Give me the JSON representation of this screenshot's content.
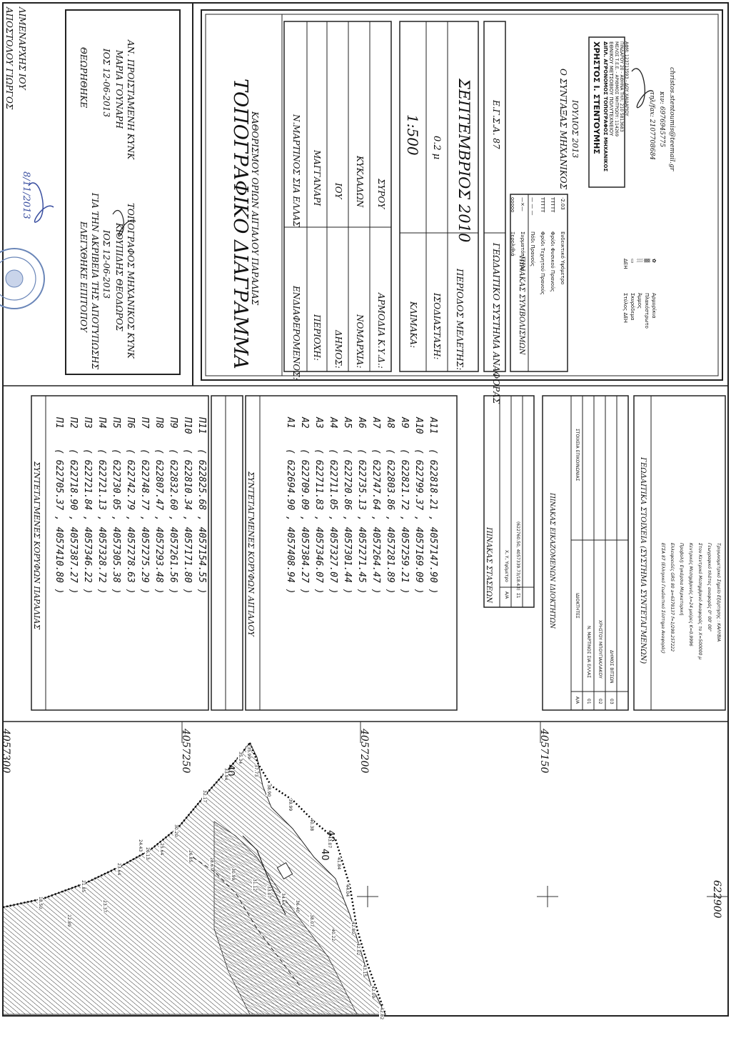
{
  "title_block": {
    "title": "ΤΟΠΟΓΡΑΦΙΚΟ ΔΙΑΓΡΑΜΜΑ",
    "subtitle": "ΚΑΘΟΡΙΣΜΟΥ ΟΡΙΩΝ ΑΙΓΙΑΛΟΥ ΠΑΡΑΛΙΑΣ",
    "fields": [
      {
        "label": "ΕΝΔΙΑΦΕΡΟΜΕΝΟΣ:",
        "value": "Ν.ΜΑΡΤΙΝΟΣ ΣΙΑ ΕΛΛΑΣ"
      },
      {
        "label": "ΠΕΡΙΟΧΗ:",
        "value": "ΜΑΓΓΑΝΑΡΙ"
      },
      {
        "label": "ΔΗΜΟΣ:",
        "value": "ΙΟΥ"
      },
      {
        "label": "ΝΟΜΑΡΧΙΑ:",
        "value": "ΚΥΚΛΑΔΩΝ"
      },
      {
        "label": "ΑΡΜΟΔΙΑ Κ.Υ.Δ.:",
        "value": "ΣΥΡΟΥ"
      }
    ],
    "scale_label": "ΚΛΙΜΑΚΑ:",
    "scale_value": "1:500",
    "contour_label": "ΙΣΟΔΙΑΣΤΑΣΗ:",
    "contour_value": "0.2 μ",
    "period_label": "ΠΕΡΙΟΔΟΣ ΜΕΛΕΤΗΣ:",
    "period_value": "ΣΕΠΤΕΜΒΡΙΟΣ 2010",
    "geodetic_label": "ΓΕΩΔΑΙΤΙΚΟ ΣΥΣΤΗΜΑ ΑΝΑΦΟΡΑΣ",
    "geodetic_value": "Ε.Γ.Σ.Α. 87"
  },
  "approvals": {
    "checked_title": "ΕΛΕΓΧΘΗΚΕ ΕΠΙΤΟΠΟΥ",
    "checked_line2": "ΓΙΑ ΤΗΝ ΑΚΡΙΒΕΙΑ ΤΗΣ ΑΠΟΤΥΠΩΣΗΣ",
    "checked_date": "ΙΟΣ 12-06-2013",
    "checked_name": "ΚΙΟΥΠΙΔΗΣ ΘΕΟΔΩΡΟΣ",
    "checked_role": "ΤΟΠΟΓΡΑΦΟΣ ΜΗΧΑΝΙΚΟΣ ΚΥΝΚ",
    "seen_title": "ΘΕΩΡΗΘΗΚΕ",
    "seen_date": "ΙΟΣ 12-06-2013",
    "seen_name": "ΜΑΡΙΑ ΓΟΥΝΑΡΗ",
    "seen_role": "ΑΝ. ΠΡΟΙΣΤΑΜΕΝΗ ΚΥΝΚ",
    "harbor_name": "ΑΠΟΣΤΟΛΟΥ ΓΙΩΡΓΟΣ",
    "harbor_role": "ΛΙΜΕΝΑΡΧΗΣ ΙΟΥ",
    "stamp_date": "8/11/2013"
  },
  "author": {
    "composed": "Ο ΣΥΝΤΑΞΑΣ ΜΗΧΑΝΙΚΟΣ",
    "composed_date": "ΙΟΥΛΙΟΣ 2013",
    "stamp_name": "ΧΡΗΣΤΟΣ Ι. ΣΤΕΝΤΟΥΜΗΣ",
    "stamp_line1": "ΔΙΠΛ. ΑΓΡΟΝΟΜΟΣ ΤΟΠΟΓΡΑΦΟΣ ΜΗΧΑΝΙΚΟΣ",
    "stamp_line2": "ΕΘΝΙΚΟΥ ΜΕΤΣΟΒΙΟΥ ΠΟΛΥΤΕΧΝΕΙΟΥ",
    "stamp_line3": "ΜΕΛΟΣ Τ.Ε.Ε. - ΑΡΙΘΜΟΣ ΜΗΤΡΩΟΥ: 114269",
    "stamp_line4": "ΠΙΝΔΑΡΟΥ 20 - ΑΘΗΝΑ ΤΗΛ: 210 5813683",
    "stamp_line5": "ΑΦΜ: 123713593 - ΔΟΥ ΧΑΙΔΑΡΙΟΥ",
    "phone1": "τηλ/fax: 2107708684",
    "phone2": "κιν: 6976945775",
    "email": "christos.stentoumis@teemail.gr"
  },
  "legend": {
    "title": "ΠΙΝΑΚΑΣ ΣΥΜΒΟΛΙΣΜΩΝ",
    "items": [
      {
        "symbol": "·2.03",
        "label": "Ενδεικτικό Υψόμετρο"
      },
      {
        "symbol": "ΤΤΤΤΤ",
        "label": "Φρύδι Φυσικού Πρανούς"
      },
      {
        "symbol": "ΤΤΤΤΤ",
        "label": "Φρύδι Τεχνητού Πρανούς"
      },
      {
        "symbol": "— — —",
        "label": "Πόδι Πρανούς"
      },
      {
        "symbol": "—×—",
        "label": "Συρματόπλεγμα"
      },
      {
        "symbol": "ooooo",
        "label": "Ξερολιθιά"
      },
      {
        "symbol": "ΔΕΗ",
        "label": "Στύλος ΔΕΗ"
      },
      {
        "symbol": "▭",
        "label": "Σκυρόδεμα"
      },
      {
        "symbol": "░",
        "label": "Άμμος"
      },
      {
        "symbol": "▒",
        "label": "Πλακόστρωτο"
      },
      {
        "symbol": "✿",
        "label": "Αρμυρίκια"
      }
    ]
  },
  "shore_vertices": {
    "title": "ΣΥΝΤΕΤΑΓΜΕΝΕΣ ΚΟΡΥΦΩΝ ΠΑΡΑΛΙΑΣ",
    "rows": [
      {
        "id": "Π1",
        "coords": "( 622705.37 , 4057410.80 )"
      },
      {
        "id": "Π2",
        "coords": "( 622718.90 , 4057387.27 )"
      },
      {
        "id": "Π3",
        "coords": "( 622721.84 , 4057346.22 )"
      },
      {
        "id": "Π4",
        "coords": "( 622721.13 , 4057328.72 )"
      },
      {
        "id": "Π5",
        "coords": "( 622730.05 , 4057305.38 )"
      },
      {
        "id": "Π6",
        "coords": "( 622742.79 , 4057278.63 )"
      },
      {
        "id": "Π7",
        "coords": "( 622748.77 , 4057275.29 )"
      },
      {
        "id": "Π8",
        "coords": "( 622807.47 , 4057293.48 )"
      },
      {
        "id": "Π9",
        "coords": "( 622832.60 , 4057261.56 )"
      },
      {
        "id": "Π10",
        "coords": "( 622810.34 , 4057171.80 )"
      },
      {
        "id": "Π11",
        "coords": "( 622825.68 , 4057154.55 )"
      }
    ]
  },
  "beach_vertices": {
    "title": "ΣΥΝΤΕΤΑΓΜΕΝΕΣ ΚΟΡΥΦΩΝ ΑΙΓΙΑΛΟΥ",
    "rows": [
      {
        "id": "Α1",
        "coords": "( 622694.90 , 4057408.94 )"
      },
      {
        "id": "Α2",
        "coords": "( 622709.09 , 4057384.27 )"
      },
      {
        "id": "Α3",
        "coords": "( 622711.83 , 4057346.07 )"
      },
      {
        "id": "Α4",
        "coords": "( 622711.05 , 4057327.07 )"
      },
      {
        "id": "Α5",
        "coords": "( 622720.86 , 4057301.44 )"
      },
      {
        "id": "Α6",
        "coords": "( 622735.13 , 4057271.45 )"
      },
      {
        "id": "Α7",
        "coords": "( 622747.64 , 4057264.47 )"
      },
      {
        "id": "Α8",
        "coords": "( 622803.86 , 4057281.89 )"
      },
      {
        "id": "Α9",
        "coords": "( 622821.72 , 4057259.21 )"
      },
      {
        "id": "Α10",
        "coords": "( 622799.37 , 4057169.09 )"
      },
      {
        "id": "Α11",
        "coords": "( 622818.21 , 4057147.90 )"
      }
    ]
  },
  "stations": {
    "title": "ΠΙΝΑΚΑΣ ΣΤΑΣΕΩΝ",
    "headers": [
      "Α/Α",
      "Χ, Υ, Υψόμετρο"
    ],
    "rows": [
      {
        "id": "Σ1",
        "value": "(622760.50, 4057339.73/18.43)"
      }
    ]
  },
  "owners": {
    "title": "ΠΙΝΑΚΑΣ ΕΙΚΑΖΟΜΕΝΩΝ ΙΔΙΟΚΤΗΤΩΝ",
    "headers": [
      "Α/Α",
      "ΙΔΙΟΚΤΗΤΕΣ",
      "ΣΤΟΙΧΕΙΑ ΕΠΙΚΟΙΝΩΝΙΑΣ"
    ],
    "rows": [
      {
        "id": "01",
        "name": "Ν. ΜΑΡΤΙΝΟΣ ΣΙΑ ΕΛΛΑΣ"
      },
      {
        "id": "02",
        "name": "ΧΡΗΣΤΟΥ ΜΠΟΥΓΙΑΚΛΑΚΟΥ"
      },
      {
        "id": "03",
        "name": "ΔΗΜΟΣ ΒΙΤΣΩΝ"
      }
    ]
  },
  "geodetic_data": {
    "title": "ΓΕΩΔΑΙΤΙΚΑ ΣΤΟΙΧΕΙΑ (ΣΥΣΤΗΜΑ ΣΥΝΤΕΤΑΓΜΕΝΩΝ)",
    "lines": [
      "ΕΓΣΑ 87 (Ελληνικό Γεωδαιτικό Σύστημα Αναφοράς)",
      "Ελλειψοειδές GRS 80 a=6378137 f=1/298.257222",
      "Προβολή: Εγκάρσια Μερκατορική",
      "Κεντρικός Μεσημβρινός λ=24 μοίρες K=0.9996",
      "Στον Κεντρικό Μεσημβρινό Αναφοράς το X=500000 μ",
      "Γεωγραφικό πλάτος αναφοράς 0° 00' 00\"",
      "Τριγωνομετρικό Σημείο Εξάρτησης : ΚΑΛΥΒΙΑ"
    ]
  },
  "map": {
    "grid_labels": [
      "4057300",
      "4057250",
      "4057200",
      "4057150",
      "622900"
    ],
    "contour_labels": [
      "40",
      "40",
      "40"
    ],
    "spot_heights": [
      "18.50",
      "21.85",
      "23.64",
      "26.13",
      "30.20",
      "32.17",
      "33.94",
      "35.34",
      "35.99",
      "37.73",
      "38.90",
      "39.99",
      "40.38",
      "43.07",
      "41.84",
      "44.04",
      "42.80",
      "42.02",
      "43.15",
      "42.09",
      "42.82",
      "40.22",
      "38.07",
      "36.40",
      "34.64",
      "33.07",
      "31.12",
      "30.99",
      "28.67",
      "26.85",
      "25.64",
      "24.43",
      "23.37",
      "22.89"
    ]
  }
}
